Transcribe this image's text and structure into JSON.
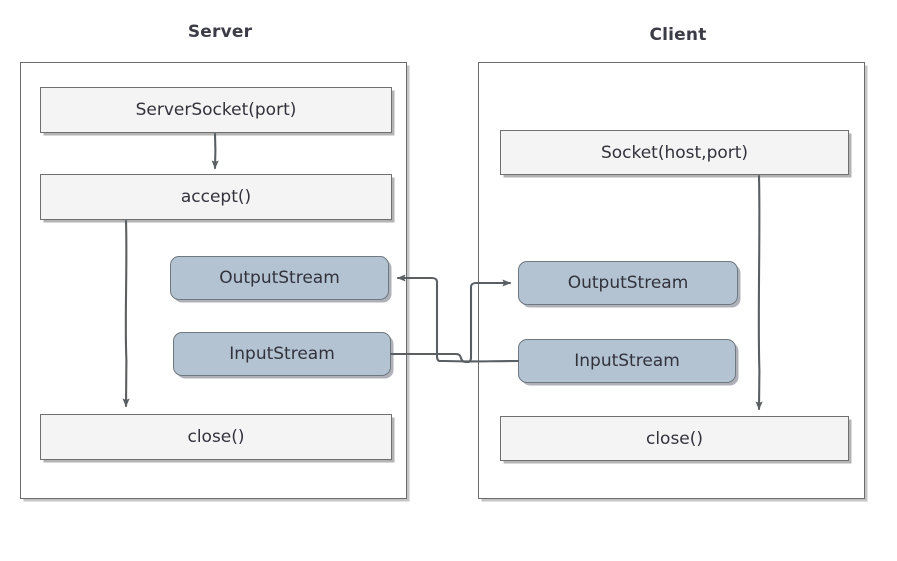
{
  "diagram": {
    "title_server": "Server",
    "title_client": "Client",
    "panels": [
      {
        "id": "server",
        "label": "Server",
        "nodes": [
          {
            "id": "server-socket",
            "label": "ServerSocket(port)",
            "style": "plain"
          },
          {
            "id": "server-accept",
            "label": "accept()",
            "style": "plain"
          },
          {
            "id": "server-output-stream",
            "label": "OutputStream",
            "style": "stream"
          },
          {
            "id": "server-input-stream",
            "label": "InputStream",
            "style": "stream"
          },
          {
            "id": "server-close",
            "label": "close()",
            "style": "plain"
          }
        ]
      },
      {
        "id": "client",
        "label": "Client",
        "nodes": [
          {
            "id": "client-socket",
            "label": "Socket(host,port)",
            "style": "plain"
          },
          {
            "id": "client-output-stream",
            "label": "OutputStream",
            "style": "stream"
          },
          {
            "id": "client-input-stream",
            "label": "InputStream",
            "style": "stream"
          },
          {
            "id": "client-close",
            "label": "close()",
            "style": "plain"
          }
        ]
      }
    ],
    "connections": [
      {
        "id": "serversocket-to-accept",
        "from": "server-socket",
        "to": "server-accept",
        "arrow": true
      },
      {
        "id": "accept-to-close",
        "from": "server-accept",
        "to": "server-close",
        "arrow": true
      },
      {
        "id": "socket-to-close",
        "from": "client-socket",
        "to": "client-close",
        "arrow": true
      },
      {
        "id": "client-in-to-server-out",
        "from": "client-input-stream",
        "to": "server-output-stream",
        "arrow": true
      },
      {
        "id": "server-in-to-client-out",
        "from": "server-input-stream",
        "to": "client-output-stream",
        "arrow": true
      }
    ],
    "colors": {
      "stream_fill": "#b3c3d1",
      "plain_fill": "#f4f4f4",
      "border": "#6b6b6b",
      "connector": "#5a5f63",
      "title_text": "#3c3c46",
      "node_text": "#32323c",
      "background": "#ffffff"
    }
  }
}
